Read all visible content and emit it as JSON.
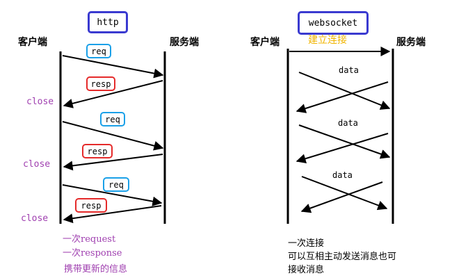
{
  "colors": {
    "header_border": "#3a3ad0",
    "req_border": "#1aa0e8",
    "resp_border": "#e52a2a",
    "purple_text": "#a040b0",
    "yellow_text": "#f0b400",
    "line": "#000000"
  },
  "http": {
    "title": "http",
    "client_label": "客户端",
    "server_label": "服务端",
    "req_label": "req",
    "resp_label": "resp",
    "close_label": "close",
    "notes": [
      "一次request",
      "一次response",
      "携带更新的信息"
    ]
  },
  "websocket": {
    "title": "websocket",
    "client_label": "客户端",
    "server_label": "服务端",
    "connect_label": "建立连接",
    "data_label": "data",
    "notes": [
      "一次连接",
      "可以互相主动发送消息也可",
      "接收消息"
    ]
  }
}
